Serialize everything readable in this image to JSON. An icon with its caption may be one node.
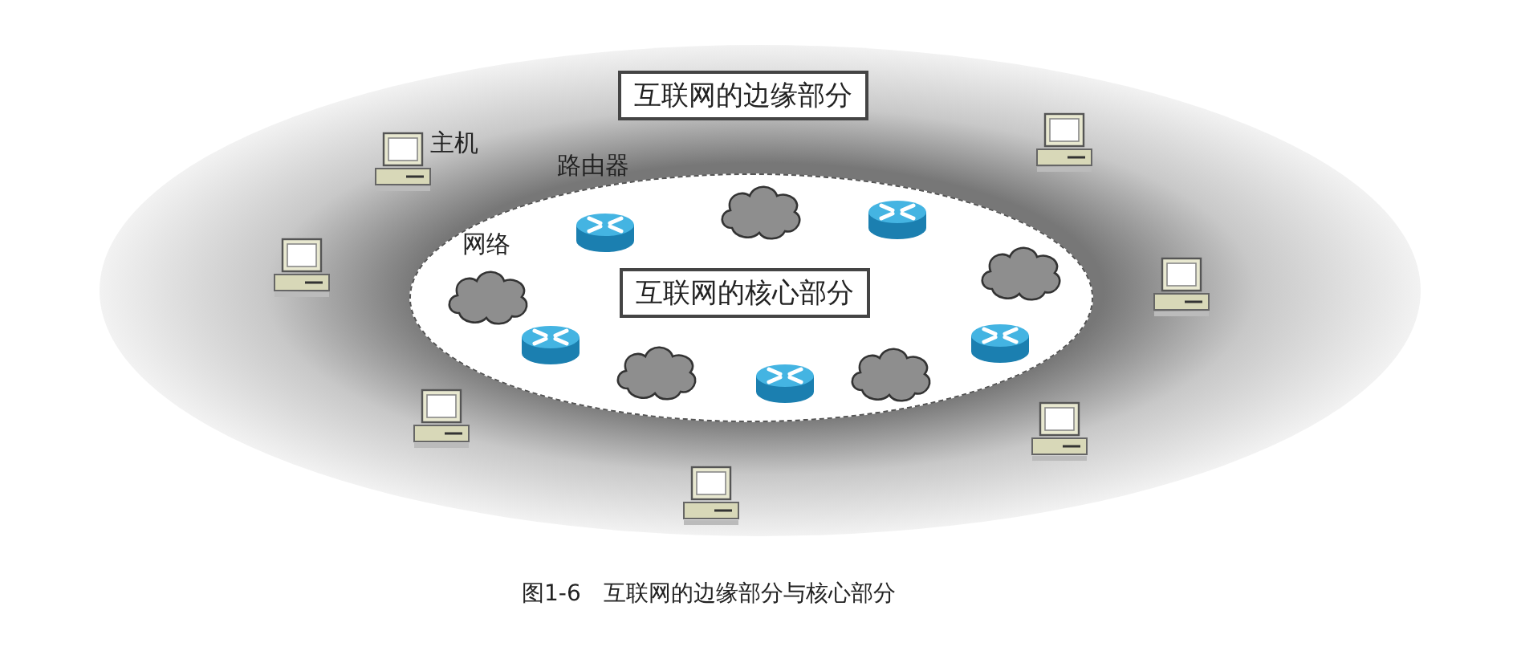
{
  "diagram": {
    "caption": "图1-6　互联网的边缘部分与核心部分",
    "nodes": [
      {
        "text": [
          "互联网的边缘部分"
        ]
      },
      {
        "text": [
          "互联网的核心部分"
        ],
        "in": 0
      }
    ],
    "labels": [
      "主机",
      "路由器",
      "网络"
    ]
  }
}
